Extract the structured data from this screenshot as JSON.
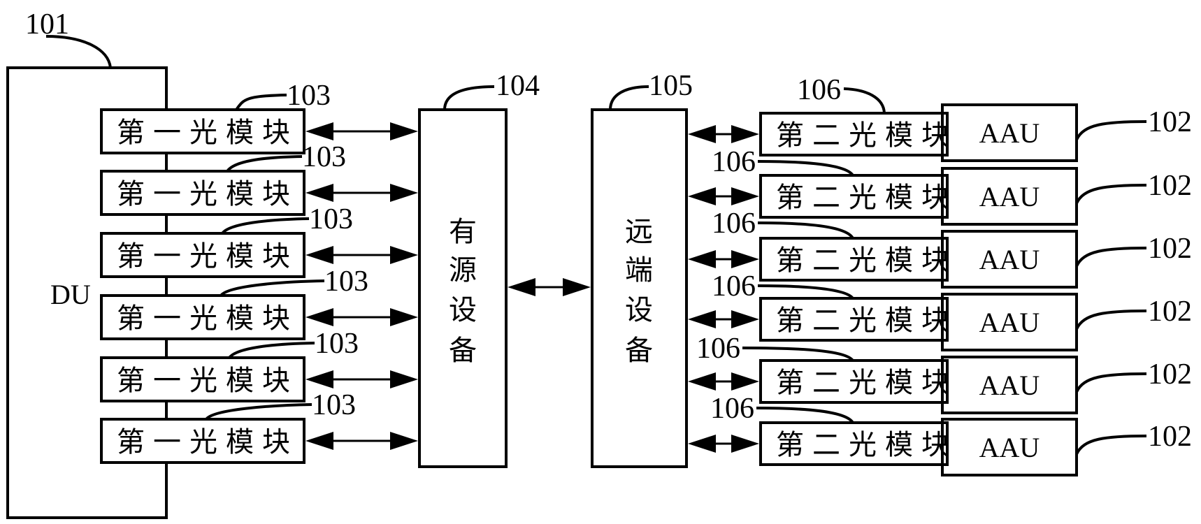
{
  "diagram": {
    "du": {
      "label": "DU",
      "ref": "101"
    },
    "first_modules": [
      {
        "label": "第一光模块",
        "ref": "103"
      },
      {
        "label": "第一光模块",
        "ref": "103"
      },
      {
        "label": "第一光模块",
        "ref": "103"
      },
      {
        "label": "第一光模块",
        "ref": "103"
      },
      {
        "label": "第一光模块",
        "ref": "103"
      },
      {
        "label": "第一光模块",
        "ref": "103"
      }
    ],
    "active_device": {
      "chars": [
        "有",
        "源",
        "设",
        "备"
      ],
      "label": "有源设备",
      "ref": "104"
    },
    "remote_device": {
      "chars": [
        "远",
        "端",
        "设",
        "备"
      ],
      "label": "远端设备",
      "ref": "105"
    },
    "second_modules": [
      {
        "label": "第二光模块",
        "ref": "106"
      },
      {
        "label": "第二光模块",
        "ref": "106"
      },
      {
        "label": "第二光模块",
        "ref": "106"
      },
      {
        "label": "第二光模块",
        "ref": "106"
      },
      {
        "label": "第二光模块",
        "ref": "106"
      },
      {
        "label": "第二光模块",
        "ref": "106"
      }
    ],
    "aaus": [
      {
        "label": "AAU",
        "ref": "102"
      },
      {
        "label": "AAU",
        "ref": "102"
      },
      {
        "label": "AAU",
        "ref": "102"
      },
      {
        "label": "AAU",
        "ref": "102"
      },
      {
        "label": "AAU",
        "ref": "102"
      },
      {
        "label": "AAU",
        "ref": "102"
      }
    ],
    "connections": [
      {
        "from": "第一光模块",
        "to": "有源设备",
        "type": "bidirectional",
        "count": 6
      },
      {
        "from": "有源设备",
        "to": "远端设备",
        "type": "bidirectional",
        "count": 1
      },
      {
        "from": "远端设备",
        "to": "第二光模块",
        "type": "bidirectional",
        "count": 6
      }
    ]
  }
}
